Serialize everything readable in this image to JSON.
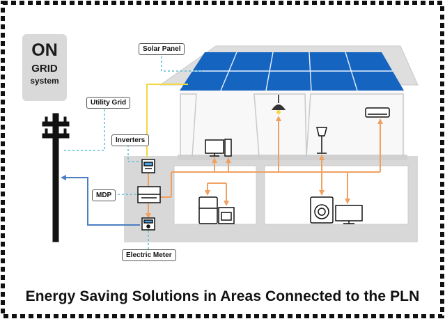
{
  "badge": {
    "line1": "ON",
    "line2": "GRID",
    "line3": "system"
  },
  "labels": {
    "solar_panel": "Solar Panel",
    "utility_grid": "Utility Grid",
    "inverters": "Inverters",
    "mdp": "MDP",
    "electric_meter": "Electric Meter"
  },
  "caption": "Energy Saving Solutions in Areas Connected to the PLN",
  "colors": {
    "panel_blue": "#1565c0",
    "solar_line": "#f5d742",
    "power_line": "#f0a060",
    "grid_line": "#4a7fc1",
    "callout": "#5bbfd6",
    "house_gray": "#d8d8d8",
    "roof_gray": "#dedede"
  }
}
